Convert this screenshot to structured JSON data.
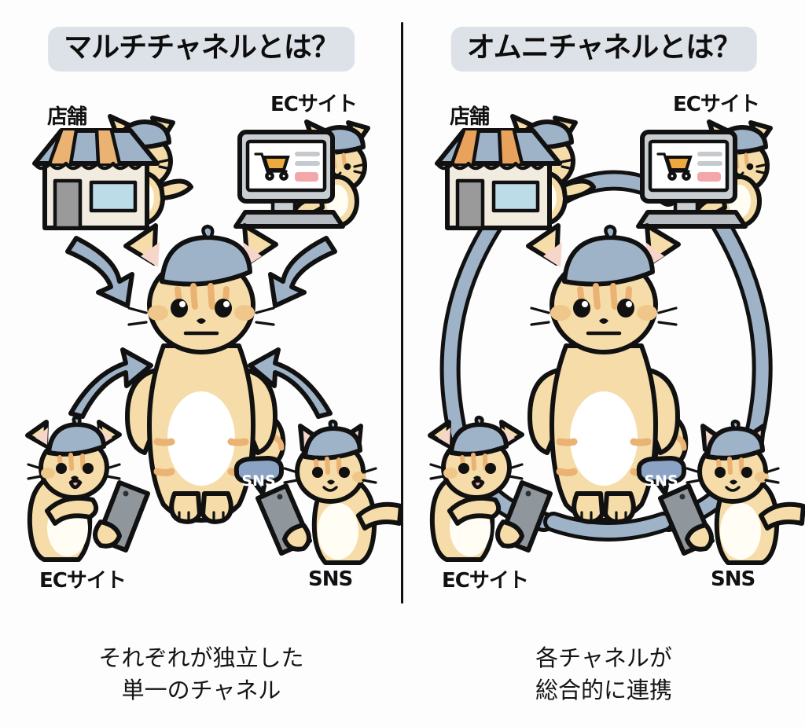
{
  "figure": {
    "background": "#fdfdfd",
    "accent_blue": "#9fb3c8",
    "accent_blue_dark": "#8ba3c4",
    "badge_bg": "#dde2e8",
    "cat_body": "#f5dca8",
    "cat_stripe": "#eab273",
    "cat_belly": "#ffffff",
    "outline": "#111111",
    "store_awning_orange": "#e9a25c",
    "store_wall": "#f2ece0",
    "store_door": "#9a9a9a",
    "store_window": "#bcdce8",
    "phone_body": "#8f969c",
    "monitor_body": "#c9ced3",
    "cart_orange": "#eda93f",
    "ec_button_pink": "#f3a7ab"
  },
  "panels": [
    {
      "id": "multichannel",
      "title": "マルチチャネルとは？",
      "caption_line1": "それぞれが独立した",
      "caption_line2": "単一のチャネル",
      "connection_style": "arrows",
      "channels": [
        {
          "id": "store",
          "label": "店舗",
          "position": "top-left"
        },
        {
          "id": "ec-top",
          "label": "ECサイト",
          "position": "top-right"
        },
        {
          "id": "ec-bottom",
          "label": "ECサイト",
          "position": "bottom-left"
        },
        {
          "id": "sns",
          "label": "SNS",
          "position": "bottom-right"
        }
      ],
      "arrows": [
        {
          "from": "store",
          "to": "center"
        },
        {
          "from": "ec-top",
          "to": "center"
        },
        {
          "from": "ec-bottom",
          "to": "center"
        },
        {
          "from": "sns",
          "to": "center"
        }
      ],
      "sns_bubble_text": "SNS"
    },
    {
      "id": "omnichannel",
      "title": "オムニチャネルとは？",
      "caption_line1": "各チャネルが",
      "caption_line2": "総合的に連携",
      "connection_style": "loop",
      "channels": [
        {
          "id": "store",
          "label": "店舗",
          "position": "top-left"
        },
        {
          "id": "ec-top",
          "label": "ECサイト",
          "position": "top-right"
        },
        {
          "id": "ec-bottom",
          "label": "ECサイト",
          "position": "bottom-left"
        },
        {
          "id": "sns",
          "label": "SNS",
          "position": "bottom-right"
        }
      ],
      "sns_bubble_text": "SNS"
    }
  ]
}
